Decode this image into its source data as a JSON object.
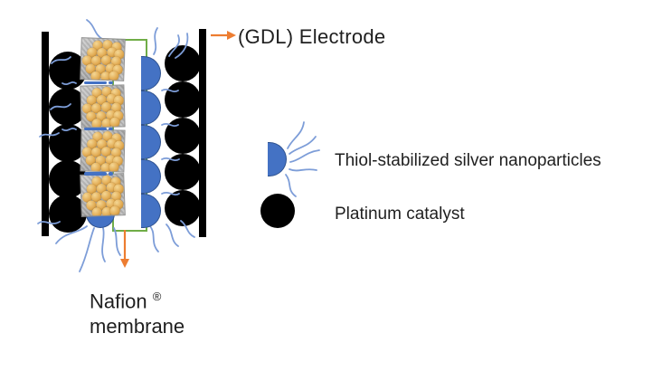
{
  "figure": {
    "annotations": {
      "gdl_electrode": "(GDL) Electrode",
      "nafion_name": "Nafion",
      "nafion_registered": "®",
      "nafion_line2": "membrane"
    },
    "legend": {
      "items": [
        {
          "icon": "silver-nanoparticle-icon",
          "label": "Thiol-stabilized silver nanoparticles"
        },
        {
          "icon": "platinum-catalyst-icon",
          "label": "Platinum catalyst"
        }
      ]
    }
  },
  "colors": {
    "orange_arrow": "#ED7D31",
    "membrane_green": "#70AD47",
    "silver_blue": "#4472C4",
    "silver_blue_border": "#2F528F",
    "thiol_squiggle": "#7D9DD8",
    "black": "#000000",
    "gold_nanoparticle": "#E2AB53",
    "text": "#1F1F1F"
  }
}
